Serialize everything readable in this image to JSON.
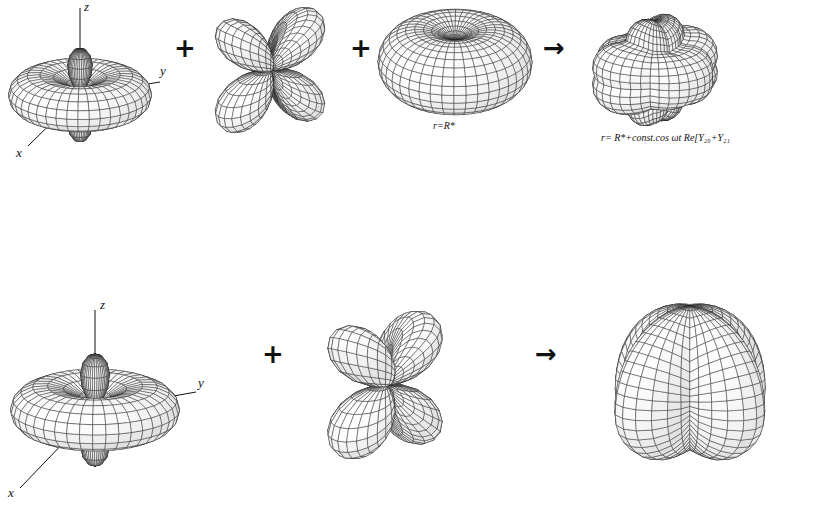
{
  "diagram": {
    "labels": [
      "z",
      "y",
      "x",
      "r=R*",
      "r= R*+const.cos ωt Re[Y₂₀+Y₂₁",
      "z",
      "x",
      "y",
      "+",
      "+",
      "→",
      "+",
      "→"
    ]
  }
}
